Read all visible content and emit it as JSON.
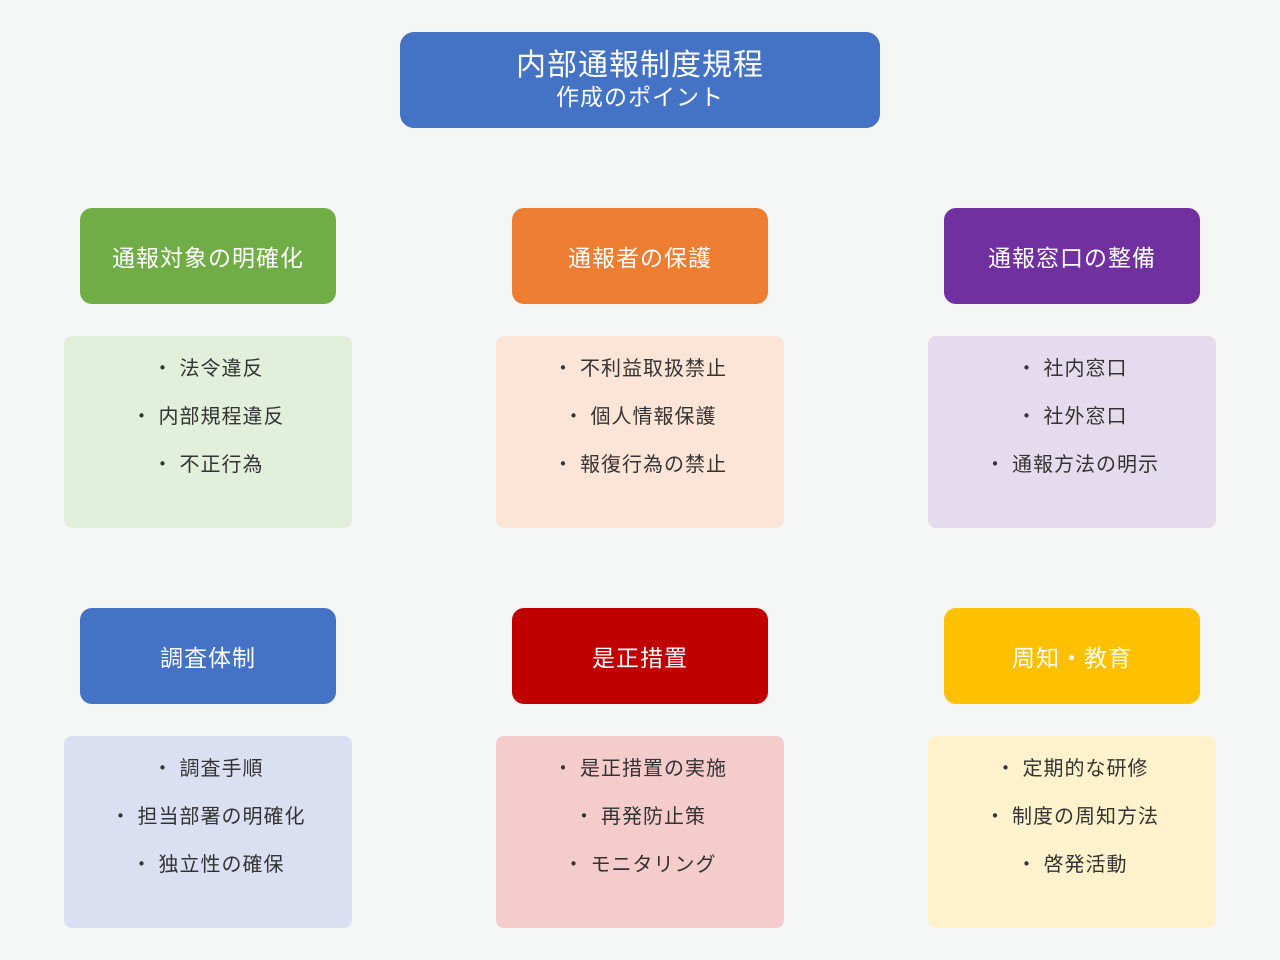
{
  "title": {
    "main": "内部通報制度規程",
    "sub": "作成のポイント",
    "color": "#4472c4"
  },
  "cards": [
    {
      "heading": "通報対象の明確化",
      "head_color": "#70ad47",
      "body_color": "#e2efda",
      "items": [
        "法令違反",
        "内部規程違反",
        "不正行為"
      ]
    },
    {
      "heading": "通報者の保護",
      "head_color": "#ed7d31",
      "body_color": "#fce4d6",
      "items": [
        "不利益取扱禁止",
        "個人情報保護",
        "報復行為の禁止"
      ]
    },
    {
      "heading": "通報窓口の整備",
      "head_color": "#7030a0",
      "body_color": "#e4dbed",
      "items": [
        "社内窓口",
        "社外窓口",
        "通報方法の明示"
      ]
    },
    {
      "heading": "調査体制",
      "head_color": "#4472c4",
      "body_color": "#dae0f2",
      "items": [
        "調査手順",
        "担当部署の明確化",
        "独立性の確保"
      ]
    },
    {
      "heading": "是正措置",
      "head_color": "#c00000",
      "body_color": "#f5cccc",
      "items": [
        "是正措置の実施",
        "再発防止策",
        "モニタリング"
      ]
    },
    {
      "heading": "周知・教育",
      "head_color": "#ffc000",
      "body_color": "#fff2cc",
      "items": [
        "定期的な研修",
        "制度の周知方法",
        "啓発活動"
      ]
    }
  ]
}
